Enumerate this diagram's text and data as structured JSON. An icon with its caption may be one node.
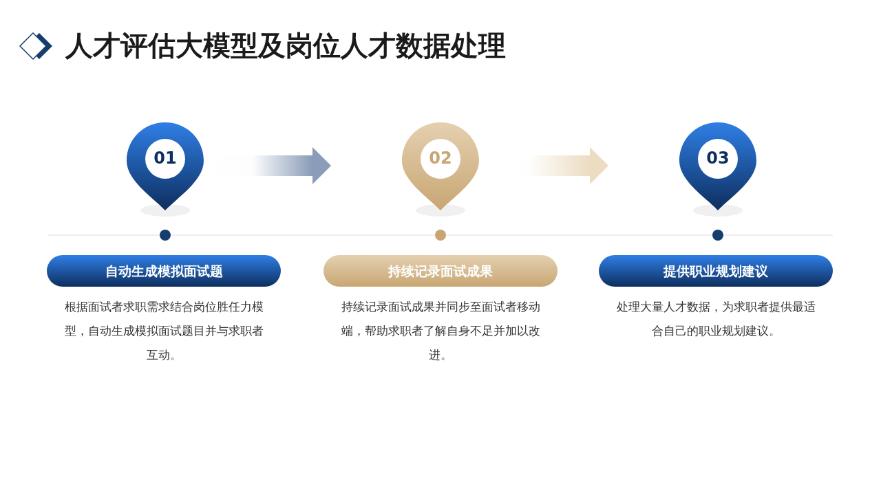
{
  "diagram": {
    "title": "人才评估大模型及岗位人才数据处理",
    "nodes": [
      {
        "text": [
          "01"
        ]
      },
      {
        "text": [
          "02"
        ]
      },
      {
        "text": [
          "03"
        ]
      },
      {
        "text": [
          "自动生成模拟面试题"
        ],
        "beside": [
          "根据面试者求职需求结合岗位胜任力模型，自动生成模拟面试题目并与求职者互动。"
        ]
      },
      {
        "text": [
          "持续记录面试成果"
        ],
        "beside": [
          "持续记录面试成果并同步至面试者移动端，帮助求职者了解自身不足并加以改进。"
        ]
      },
      {
        "text": [
          "提供职业规划建议"
        ],
        "beside": [
          "处理大量人才数据，为求职者提供最适合自己的职业规划建议。"
        ]
      }
    ],
    "edges": [
      {
        "from": 0,
        "to": 1,
        "arrow": "to",
        "color": "#8a9cb8"
      },
      {
        "from": 1,
        "to": 2,
        "arrow": "to",
        "color": "#ecdcc2"
      }
    ]
  }
}
